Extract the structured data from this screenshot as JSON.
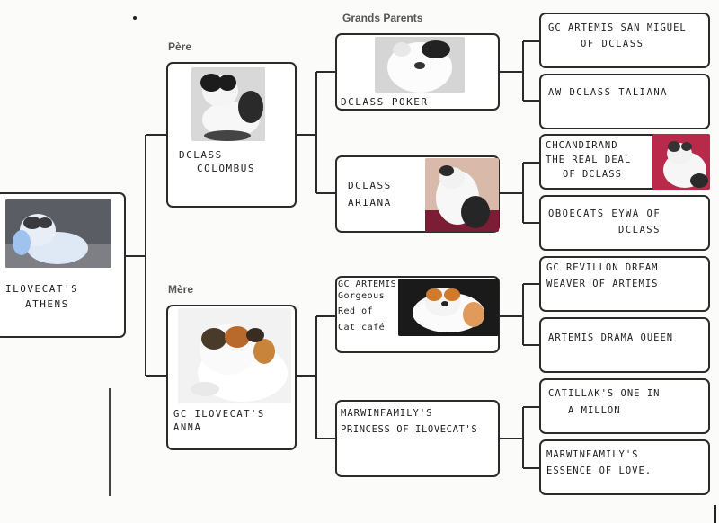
{
  "labels": {
    "grandparents": "Grands Parents",
    "father": "Père",
    "mother": "Mère"
  },
  "cat": {
    "name_line1": "ILOVECAT'S",
    "name_line2": "ATHENS"
  },
  "father": {
    "name_line1": "DCLASS",
    "name_line2": "COLOMBUS"
  },
  "mother": {
    "name": "GC ILOVECAT'S ANNA"
  },
  "grandparents": {
    "paternal_sire": {
      "name": "DCLASS POKER"
    },
    "paternal_dam": {
      "name_line1": "DCLASS",
      "name_line2": "ARIANA"
    },
    "maternal_sire": {
      "line1": "GC ARTEMIS",
      "line2": "Gorgeous",
      "line3": "Red of",
      "line4": "Cat café"
    },
    "maternal_dam": {
      "line1": "MARWINFAMILY'S",
      "line2": "PRINCESS of ILOVECAT'S"
    }
  },
  "great_grandparents": {
    "ggp1": {
      "line1": "GC ARTEMIS SAN MIGUEL",
      "line2": "of DCLASS"
    },
    "ggp2": {
      "line1": "AW DCLASS TALIANA"
    },
    "ggp3": {
      "line1": "CHCANDIRAND",
      "line2": "THE REAL DEAL",
      "line3": "of DCLASS"
    },
    "ggp4": {
      "line1": "OBOECATS EYWA of",
      "line2": "DCLASS"
    },
    "ggp5": {
      "line1": "GC REVILLON DREAM",
      "line2": "WEAVER of ARTEMIS"
    },
    "ggp6": {
      "line1": "ARTEMIS DRAMA QUEEN"
    },
    "ggp7": {
      "line1": "CATILLAK'S ONE IN",
      "line2": "A MILLON"
    },
    "ggp8": {
      "line1": "MARWINFAMILY'S",
      "line2": "ESSENCE of LOVE."
    }
  }
}
